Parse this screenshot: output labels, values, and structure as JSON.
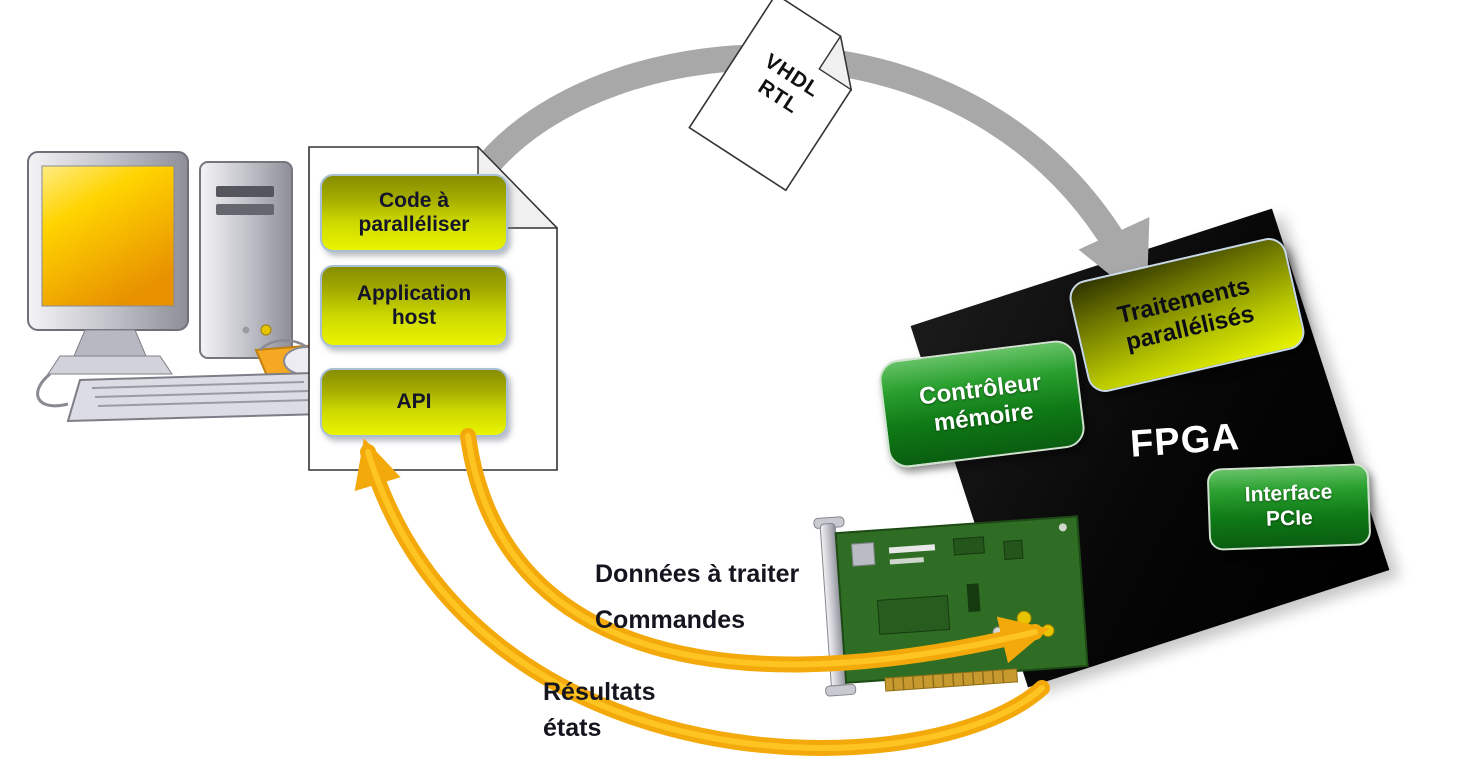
{
  "host_document": {
    "boxes": [
      {
        "label": "Code à paralléliser"
      },
      {
        "label": "Application host"
      },
      {
        "label": "API"
      }
    ]
  },
  "vhdl_document": {
    "line1": "VHDL",
    "line2": "RTL"
  },
  "fpga_chip": {
    "title": "FPGA",
    "blocks": {
      "memory_controller": "Contrôleur mémoire",
      "parallel_processing": "Traitements parallélisés",
      "pcie_interface": "Interface PCIe"
    }
  },
  "flow_labels": {
    "data_to_process": "Données à traiter",
    "commands": "Commandes",
    "results": "Résultats",
    "states": "états"
  },
  "colors": {
    "box_yellow_top": "#878d00",
    "box_yellow_bottom": "#eaf400",
    "box_green_top": "#66c266",
    "box_green_bottom": "#0a5e10",
    "fpga_black": "#060606",
    "arrow_gray": "#a8a8a8",
    "arrow_yellow": "#f3a90a",
    "label_text": "#15151f"
  }
}
